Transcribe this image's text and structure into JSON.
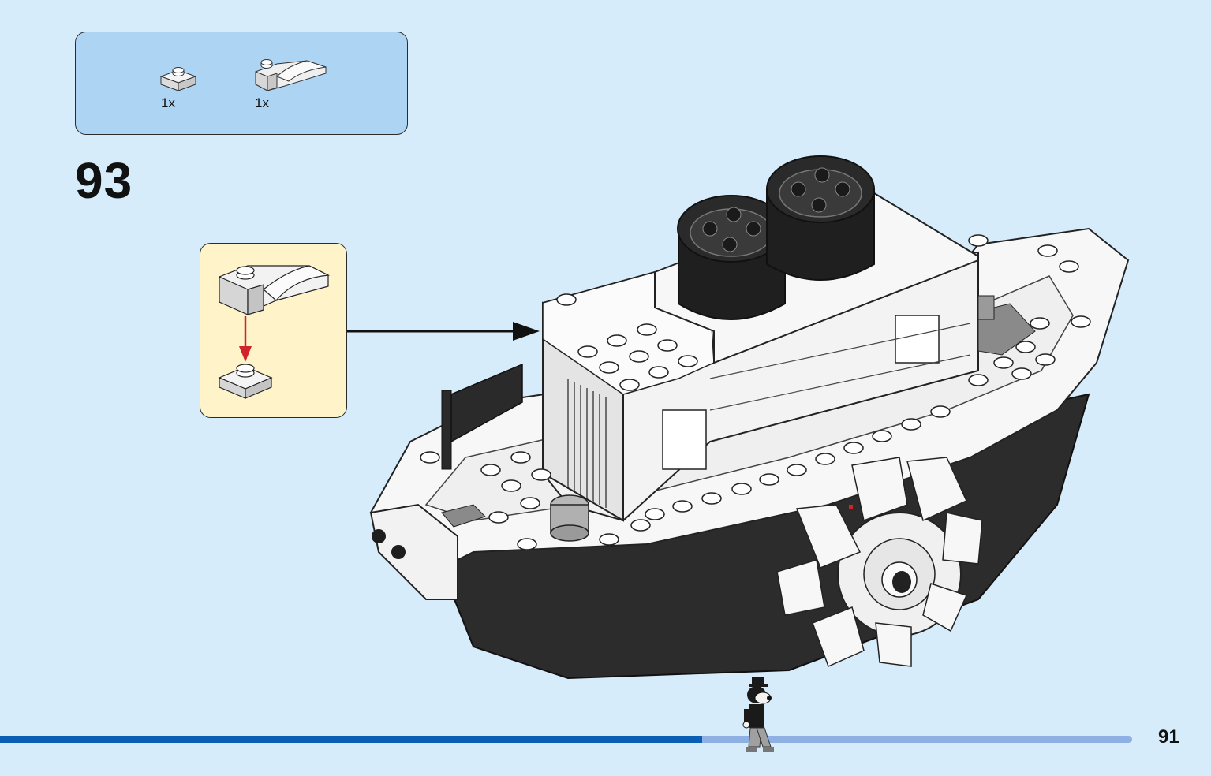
{
  "parts_list": {
    "items": [
      {
        "name": "plate-1x1-icon",
        "quantity": "1x"
      },
      {
        "name": "curved-slope-plate-icon",
        "quantity": "1x"
      }
    ]
  },
  "step": {
    "number": "93"
  },
  "progress": {
    "fraction": 0.62
  },
  "footer": {
    "page_number": "91"
  },
  "colors": {
    "background": "#d6ecfb",
    "parts_box": "#aed4f4",
    "callout": "#fef3c9",
    "progress_fill": "#0a5fb4",
    "progress_track": "#8eb0e3",
    "arrow_red": "#d1232a"
  }
}
